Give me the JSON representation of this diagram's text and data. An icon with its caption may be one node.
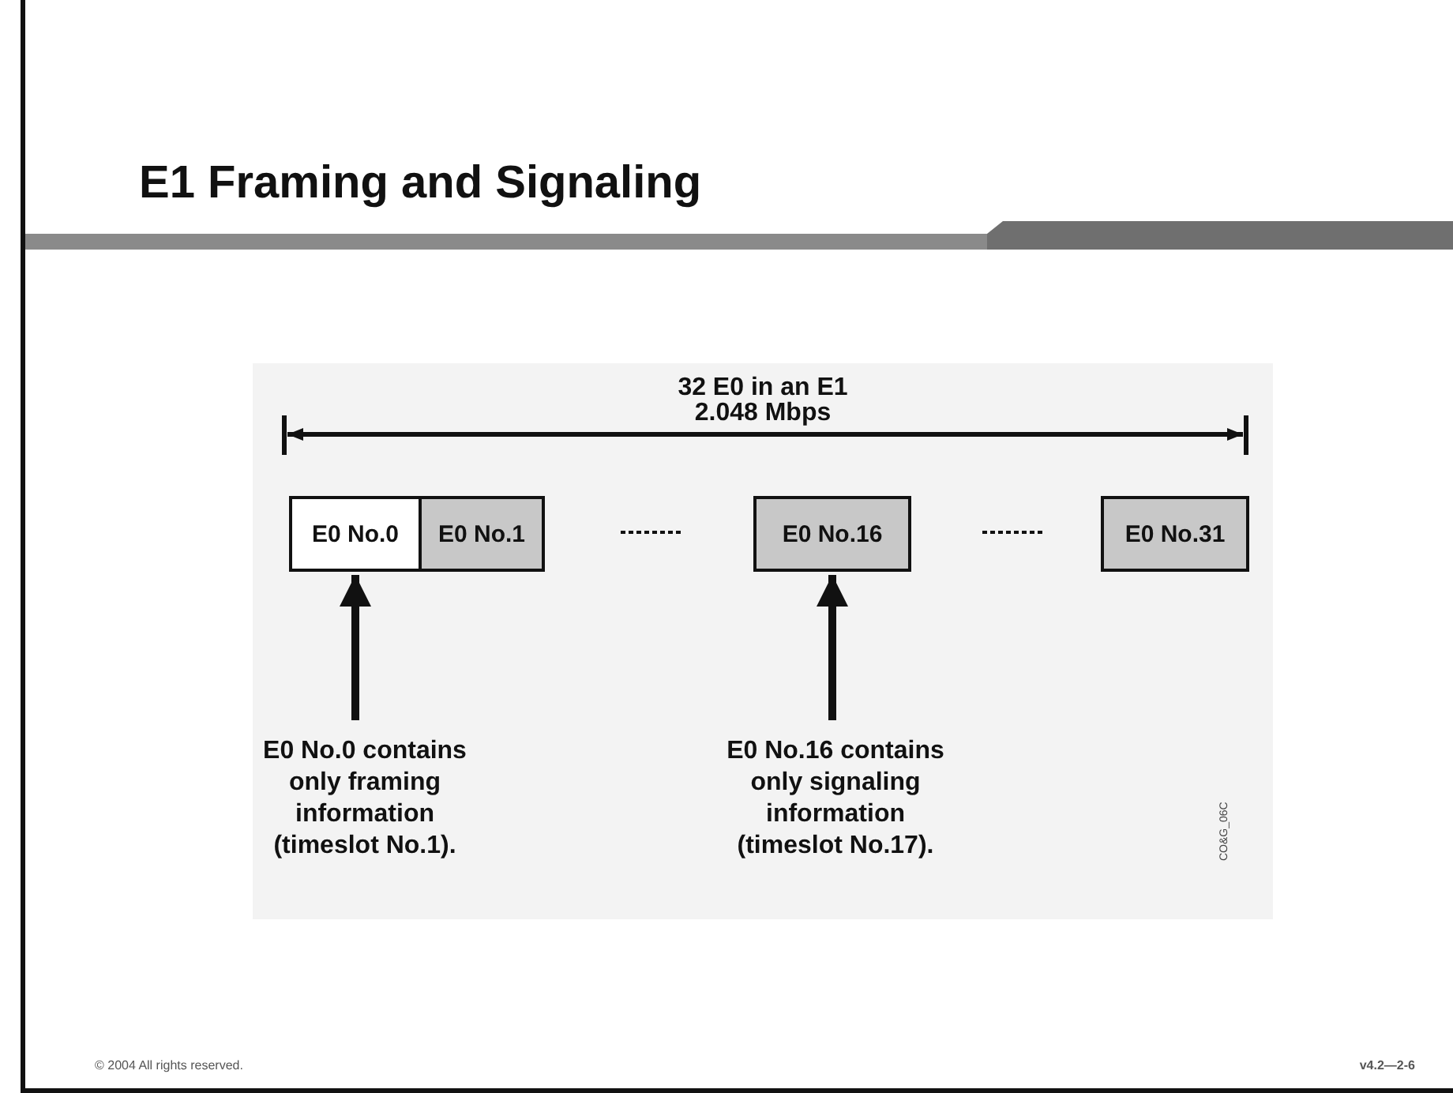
{
  "diagram": {
    "title": "E1 Framing and Signaling",
    "nodes": [
      {
        "text": [
          "E0 No.0"
        ]
      },
      {
        "text": [
          "E0 No.1"
        ]
      },
      {
        "text": [
          "E0 No.16"
        ]
      },
      {
        "text": [
          "E0 No.31"
        ]
      },
      {
        "text": [
          "E0 No.0 contains only framing information (timeslot No.1)."
        ]
      },
      {
        "text": [
          "E0 No.16 contains only signaling information (timeslot No.17)."
        ]
      }
    ],
    "edges": [
      {
        "from": 4,
        "to": 0,
        "arrow": "to"
      },
      {
        "from": 5,
        "to": 2,
        "arrow": "to"
      }
    ],
    "labels": [
      "32 E0 in an E1",
      "2.048 Mbps",
      "CO&G_06C",
      "© 2004 All rights reserved.",
      "v4.2—2-6"
    ]
  }
}
